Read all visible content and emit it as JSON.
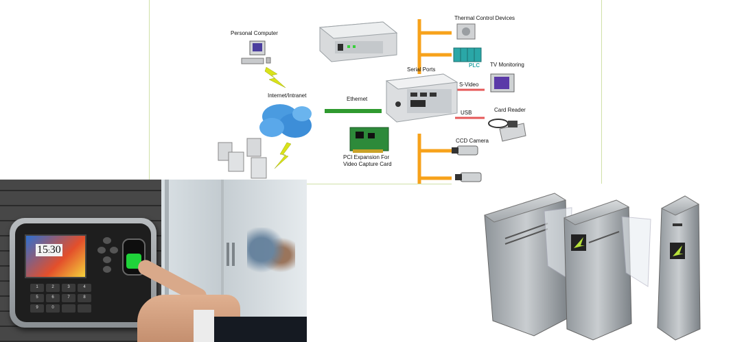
{
  "diagram": {
    "personal_computer": "Personal Computer",
    "internet_intranet": "Internet/Intranet",
    "ethernet": "Ethernet",
    "serial_ports": "Serial Ports",
    "thermal_control_devices": "Thermal Control Devices",
    "plc": "PLC",
    "s_video": "S-Video",
    "tv_monitoring": "TV Monitoring",
    "usb": "USB",
    "card_reader": "Card Reader",
    "ccd_camera": "CCD Camera",
    "pci_expansion_line1": "PCI Expansion For",
    "pci_expansion_line2": "Video Capture Card",
    "colors": {
      "bus_orange": "#f7a21b",
      "ethernet_green": "#2f9a2f",
      "svideo_red": "#e23b3b",
      "lightning_yellow": "#d9e21a",
      "cloud_blue": "#4a9be0",
      "plc_teal": "#2aa7a7"
    }
  },
  "time_clock": {
    "display_time_hours": "15",
    "display_time_minutes": "30",
    "keypad_keys": [
      "1",
      "2",
      "3",
      "4",
      "5",
      "6",
      "7",
      "8",
      "9",
      "0"
    ]
  },
  "gates": {
    "count": 3,
    "arrow_color": "#b7e23a"
  }
}
